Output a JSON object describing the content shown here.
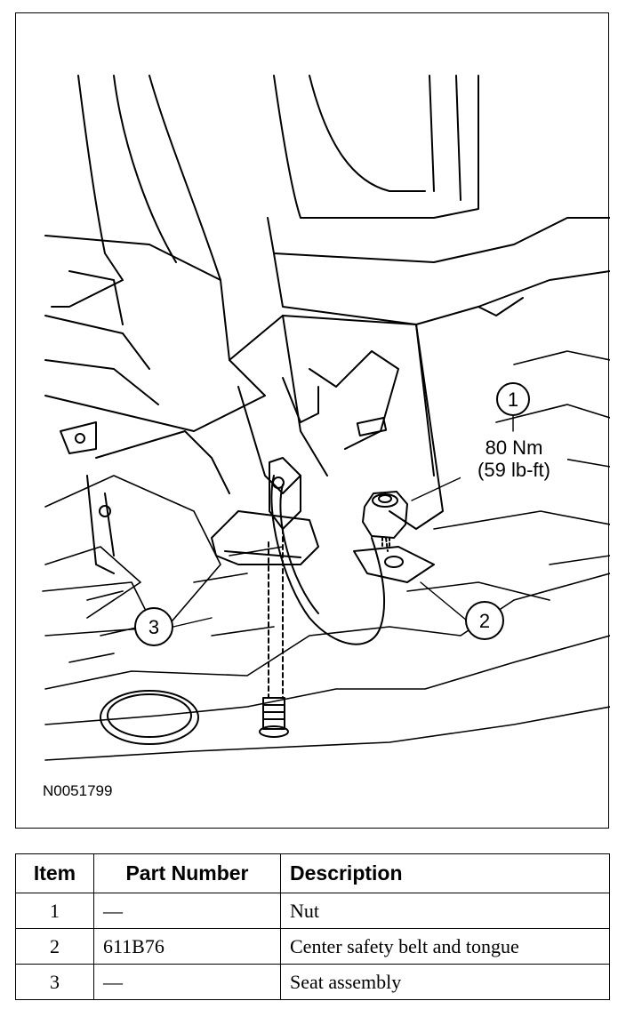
{
  "figure": {
    "id": "N0051799",
    "callouts": [
      {
        "number": "1"
      },
      {
        "number": "2"
      },
      {
        "number": "3"
      }
    ],
    "torque": {
      "metric": "80 Nm",
      "imperial": "(59 lb-ft)"
    }
  },
  "table": {
    "headers": [
      "Item",
      "Part Number",
      "Description"
    ],
    "rows": [
      {
        "item": "1",
        "part_number": "—",
        "description": "Nut"
      },
      {
        "item": "2",
        "part_number": "611B76",
        "description": "Center safety belt and tongue"
      },
      {
        "item": "3",
        "part_number": "—",
        "description": "Seat assembly"
      }
    ]
  }
}
